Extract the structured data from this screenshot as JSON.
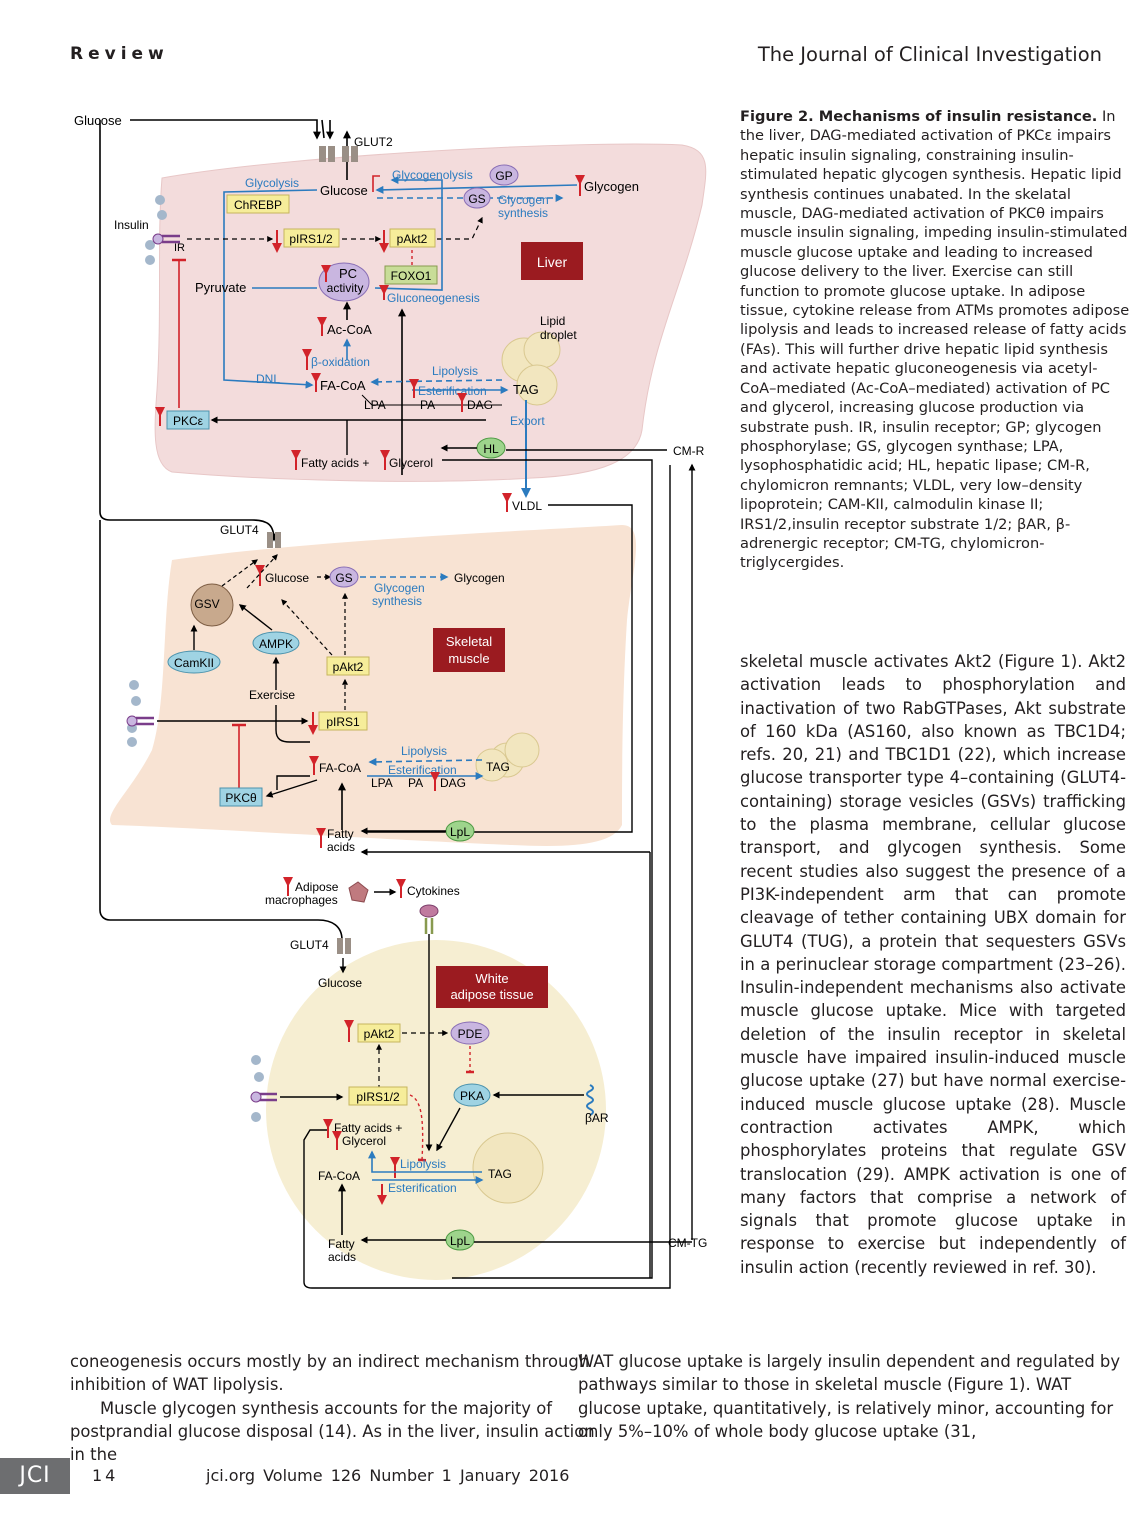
{
  "header": {
    "section": "Review",
    "journal": "The Journal of Clinical Investigation"
  },
  "figure": {
    "labels": {
      "glucose_top": "Glucose",
      "glut2": "GLUT2",
      "glycolysis": "Glycolysis",
      "glucose_liver": "Glucose",
      "glycogenolysis": "Glycogenolysis",
      "gp": "GP",
      "glycogen_liver": "Glycogen",
      "gs": "GS",
      "glycogen_synthesis_1": "Glycogen",
      "glycogen_synthesis_2": "synthesis",
      "chrebp": "ChREBP",
      "insulin": "Insulin",
      "ir": "IR",
      "pirs12_liver": "pIRS1/2",
      "pakt2_liver": "pAkt2",
      "liver": "Liver",
      "pyruvate": "Pyruvate",
      "pc_activity_1": "PC",
      "pc_activity_2": "activity",
      "foxo1": "FOXO1",
      "gluconeogenesis": "Gluconeogenesis",
      "lipid_droplet_1": "Lipid",
      "lipid_droplet_2": "droplet",
      "ac_coa": "Ac-CoA",
      "beta_oxidation": "β-oxidation",
      "lipolysis_liver": "Lipolysis",
      "dnl": "DNL",
      "fa_coa_liver": "FA-CoA",
      "esterification_liver": "Esterification",
      "tag_liver": "TAG",
      "lpa_liver": "LPA",
      "pa_liver": "PA",
      "dag_liver": "DAG",
      "export": "Export",
      "pkce": "PKCε",
      "hl": "HL",
      "cm_r": "CM-R",
      "fatty_acids_glycerol": "Fatty acids +",
      "glycerol": "Glycerol",
      "vldl": "VLDL",
      "glut4_muscle": "GLUT4",
      "glucose_muscle": "Glucose",
      "gs_muscle": "GS",
      "glycogen_muscle": "Glycogen",
      "glycogen_syn_muscle_1": "Glycogen",
      "glycogen_syn_muscle_2": "synthesis",
      "gsv": "GSV",
      "ampk": "AMPK",
      "skeletal_muscle_1": "Skeletal",
      "skeletal_muscle_2": "muscle",
      "camkii": "CamKII",
      "pakt2_muscle": "pAkt2",
      "exercise": "Exercise",
      "pirs1_muscle": "pIRS1",
      "lipolysis_muscle": "Lipolysis",
      "fa_coa_muscle": "FA-CoA",
      "esterification_muscle": "Esterification",
      "tag_muscle": "TAG",
      "lpa_muscle": "LPA",
      "pa_muscle": "PA",
      "dag_muscle": "DAG",
      "pkct": "PKCθ",
      "fatty_muscle_1": "Fatty",
      "fatty_muscle_2": "acids",
      "lpl_muscle": "LpL",
      "adipose_macro_1": "Adipose",
      "adipose_macro_2": "macrophages",
      "cytokines": "Cytokines",
      "glut4_wat": "GLUT4",
      "glucose_wat": "Glucose",
      "wat_1": "White",
      "wat_2": "adipose tissue",
      "pakt2_wat": "pAkt2",
      "pde": "PDE",
      "pirs12_wat": "pIRS1/2",
      "pka": "PKA",
      "bar": "βAR",
      "fa_glycerol_wat_1": "Fatty acids +",
      "fa_glycerol_wat_2": "Glycerol",
      "fa_coa_wat": "FA-CoA",
      "lipolysis_wat": "Lipolysis",
      "tag_wat": "TAG",
      "esterification_wat": "Esterification",
      "fatty_wat_1": "Fatty",
      "fatty_wat_2": "acids",
      "lpl_wat": "LpL",
      "cm_tg": "CM-TG"
    }
  },
  "caption": {
    "title": "Figure 2. Mechanisms of insulin resistance.",
    "body": "In the liver, DAG-mediated activation of PKCε impairs hepatic insulin signaling, constraining insulin-stimulated hepatic glycogen synthesis. Hepatic lipid synthesis continues unabated. In the skelatal muscle, DAG-mediated activation of PKCθ impairs muscle insulin signaling, impeding insulin-stimulated muscle glucose uptake and leading to increased glucose delivery to the liver. Exercise can still function to promote glucose uptake. In adipose tissue, cytokine release from ATMs promotes adipose lipolysis and leads to increased release of fatty acids (FAs). This will further drive hepatic lipid synthesis and activate hepatic gluconeogenesis via acetyl-CoA–mediated (Ac-CoA–mediated) activation of PC and glycerol, increasing glucose production via substrate push. IR, insulin receptor; GP; glycogen phosphorylase; GS, glycogen synthase; LPA, lysophosphatidic acid; HL, hepatic lipase; CM-R, chylomicron remnants; VLDL, very low–density lipoprotein; CAM-KII, calmodulin kinase II; IRS1/2,insulin receptor substrate 1/2; βAR, β-adrenergic receptor; CM-TG, chylomicron- triglycergides."
  },
  "body_text": {
    "right_column": "skeletal muscle activates Akt2 (Figure 1). Akt2 activation leads to phosphorylation and inactivation of two RabGTPases, Akt substrate of 160 kDa (AS160, also known as TBC1D4; refs. 20, 21) and TBC1D1 (22), which increase glucose transporter type 4–containing (GLUT4-containing) storage vesicles (GSVs) trafficking to the plasma membrane, cellular glucose transport, and glycogen synthesis. Some recent studies also suggest the presence of a PI3K-independent arm that can promote cleavage of tether containing UBX domain for GLUT4 (TUG), a protein that sequesters GSVs in a perinuclear storage compartment (23–26). Insulin-independent mechanisms also activate muscle glucose uptake. Mice with targeted deletion of the insulin receptor in skeletal muscle have impaired insulin-induced muscle glucose uptake (27) but have normal exercise-induced muscle glucose uptake (28). Muscle contraction activates AMPK, which phosphorylates proteins that regulate GSV translocation (29). AMPK activation is one of many factors that comprise a network of signals that promote glucose uptake in response to exercise but independently of insulin action (recently reviewed in ref. 30).",
    "left_p1": "coneogenesis occurs mostly by an indirect mechanism through inhibition of WAT lipolysis.",
    "left_p2": "Muscle glycogen synthesis accounts for the majority of postprandial glucose disposal (14). As in the liver, insulin action in the",
    "right_p1": "WAT glucose uptake is largely insulin dependent and regulated by pathways similar to those in skeletal muscle (Figure 1). WAT glucose uptake, quantitatively, is relatively minor, accounting for only 5%–10% of whole body glucose uptake (31,"
  },
  "footer": {
    "logo": "JCI",
    "page": "14",
    "meta": "jci.org   Volume 126   Number 1   January 2016"
  }
}
